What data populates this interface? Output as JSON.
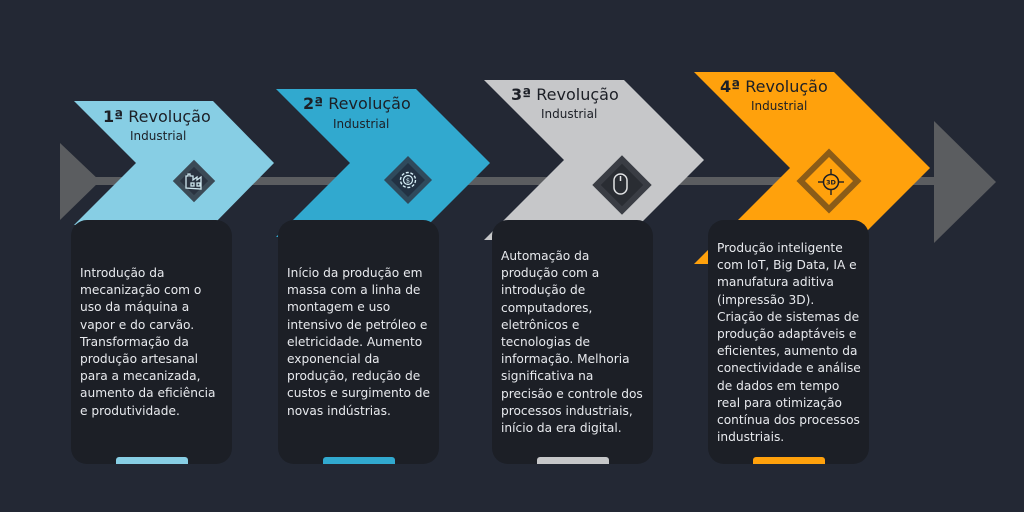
{
  "colors": {
    "background": "#232834",
    "card": "#1c1f26",
    "axis": "#5b5d60",
    "stage1": "#87cee4",
    "stage2": "#31a9cf",
    "stage3": "#c6c7c9",
    "stage4": "#ffa10c"
  },
  "stages": [
    {
      "number": "1ª",
      "title": "Revolução",
      "subtitle": "Industrial",
      "icon": "factory-icon",
      "description": "Introdução da mecanização com o uso da máquina a vapor e do carvão. Transformação da produção artesanal para a mecanizada, aumento da eficiência e produtividade."
    },
    {
      "number": "2ª",
      "title": "Revolução",
      "subtitle": "Industrial",
      "icon": "gear-dollar-icon",
      "description": "Início da produção em massa com a linha de montagem e uso intensivo de petróleo e eletricidade. Aumento exponencial da produção, redução de custos e surgimento de novas indústrias."
    },
    {
      "number": "3ª",
      "title": "Revolução",
      "subtitle": "Industrial",
      "icon": "mouse-icon",
      "description": "Automação da produção com a introdução de computadores, eletrônicos e tecnologias de informação. Melhoria significativa na precisão e controle dos processos industriais, início da era digital."
    },
    {
      "number": "4ª",
      "title": "Revolução",
      "subtitle": "Industrial",
      "icon": "3d-printing-icon",
      "icon_text": "3D",
      "description": "Produção inteligente com IoT, Big Data, IA e manufatura aditiva (impressão 3D). Criação de sistemas de produção adaptáveis e eficientes, aumento da conectividade e análise de dados em tempo real para otimização contínua dos processos industriais."
    }
  ]
}
